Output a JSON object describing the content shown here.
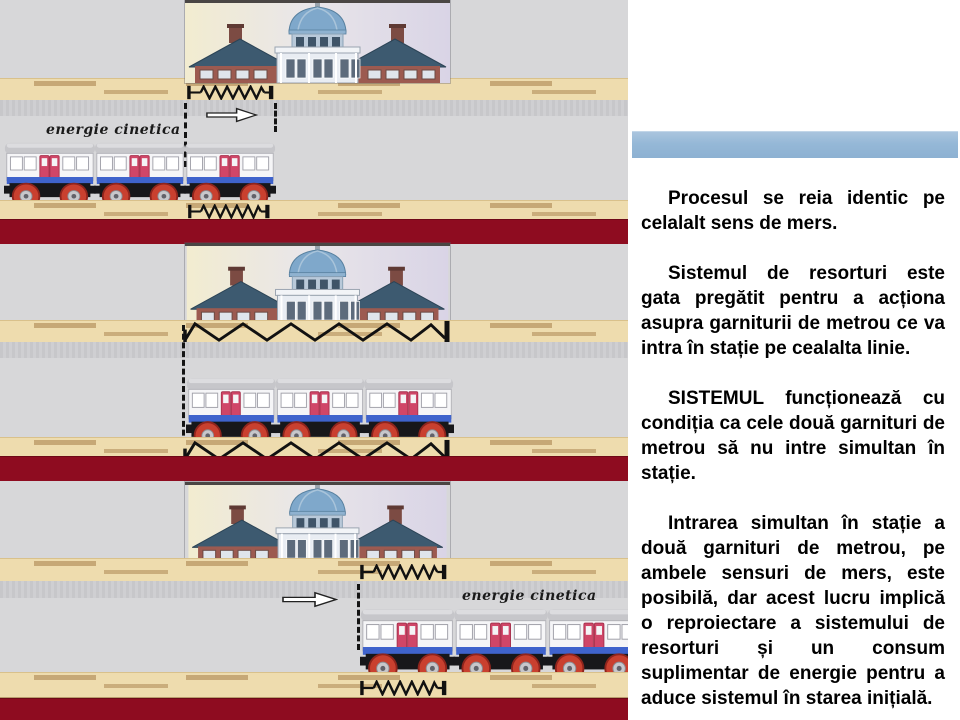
{
  "colors": {
    "panel_gray": "#d7d7d9",
    "road_gray": "#cbcbce",
    "plank_tan": "#eedcae",
    "red_band": "#8e0c20",
    "header_blue": "#95b8d7",
    "train_stripe_blue": "#3f63cc",
    "train_door_red": "#d04668",
    "wheel_red": "#c9402f",
    "text_color": "#000000"
  },
  "panels": [
    {
      "name": "top-track-train-leaving",
      "label": "energie cinetica",
      "spring_state": "compressed",
      "arrow_direction": "right"
    },
    {
      "name": "train-stopped-in-station",
      "label": "",
      "spring_state": "extended",
      "arrow_direction": ""
    },
    {
      "name": "bottom-track-train-entering",
      "label": "energie cinetica",
      "spring_state": "compressed",
      "arrow_direction": "right"
    }
  ],
  "text_column": {
    "paragraphs": [
      "Procesul se reia identic pe celalalt sens de mers.",
      "Sistemul de resorturi este gata pregătit pentru a acționa asupra garniturii de metrou ce va intra în stație pe cealalta linie.",
      "SISTEMUL funcționează cu condiția ca cele două garnituri de metrou să nu intre simultan în stație.",
      "Intrarea simultan în stație a două garnituri de metrou, pe ambele sensuri de mers, este posibilă, dar acest lucru implică o reproiectare a sistemului de resorturi și un consum suplimentar de energie pentru a aduce sistemul în starea inițială."
    ]
  }
}
